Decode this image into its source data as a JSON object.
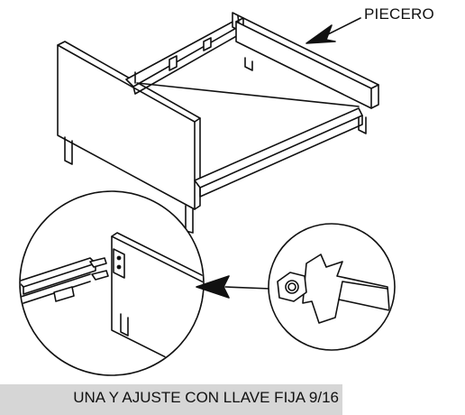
{
  "callout_label": "PIECERO",
  "caption": "UNA Y AJUSTE CON LLAVE FIJA 9/16",
  "colors": {
    "line": "#111111",
    "caption_bar": "#d6d6d6",
    "background": "#ffffff"
  },
  "icons": [
    "bed-frame-illustration",
    "bracket-detail-circle",
    "wrench-detail-circle",
    "pointer-arrow"
  ]
}
